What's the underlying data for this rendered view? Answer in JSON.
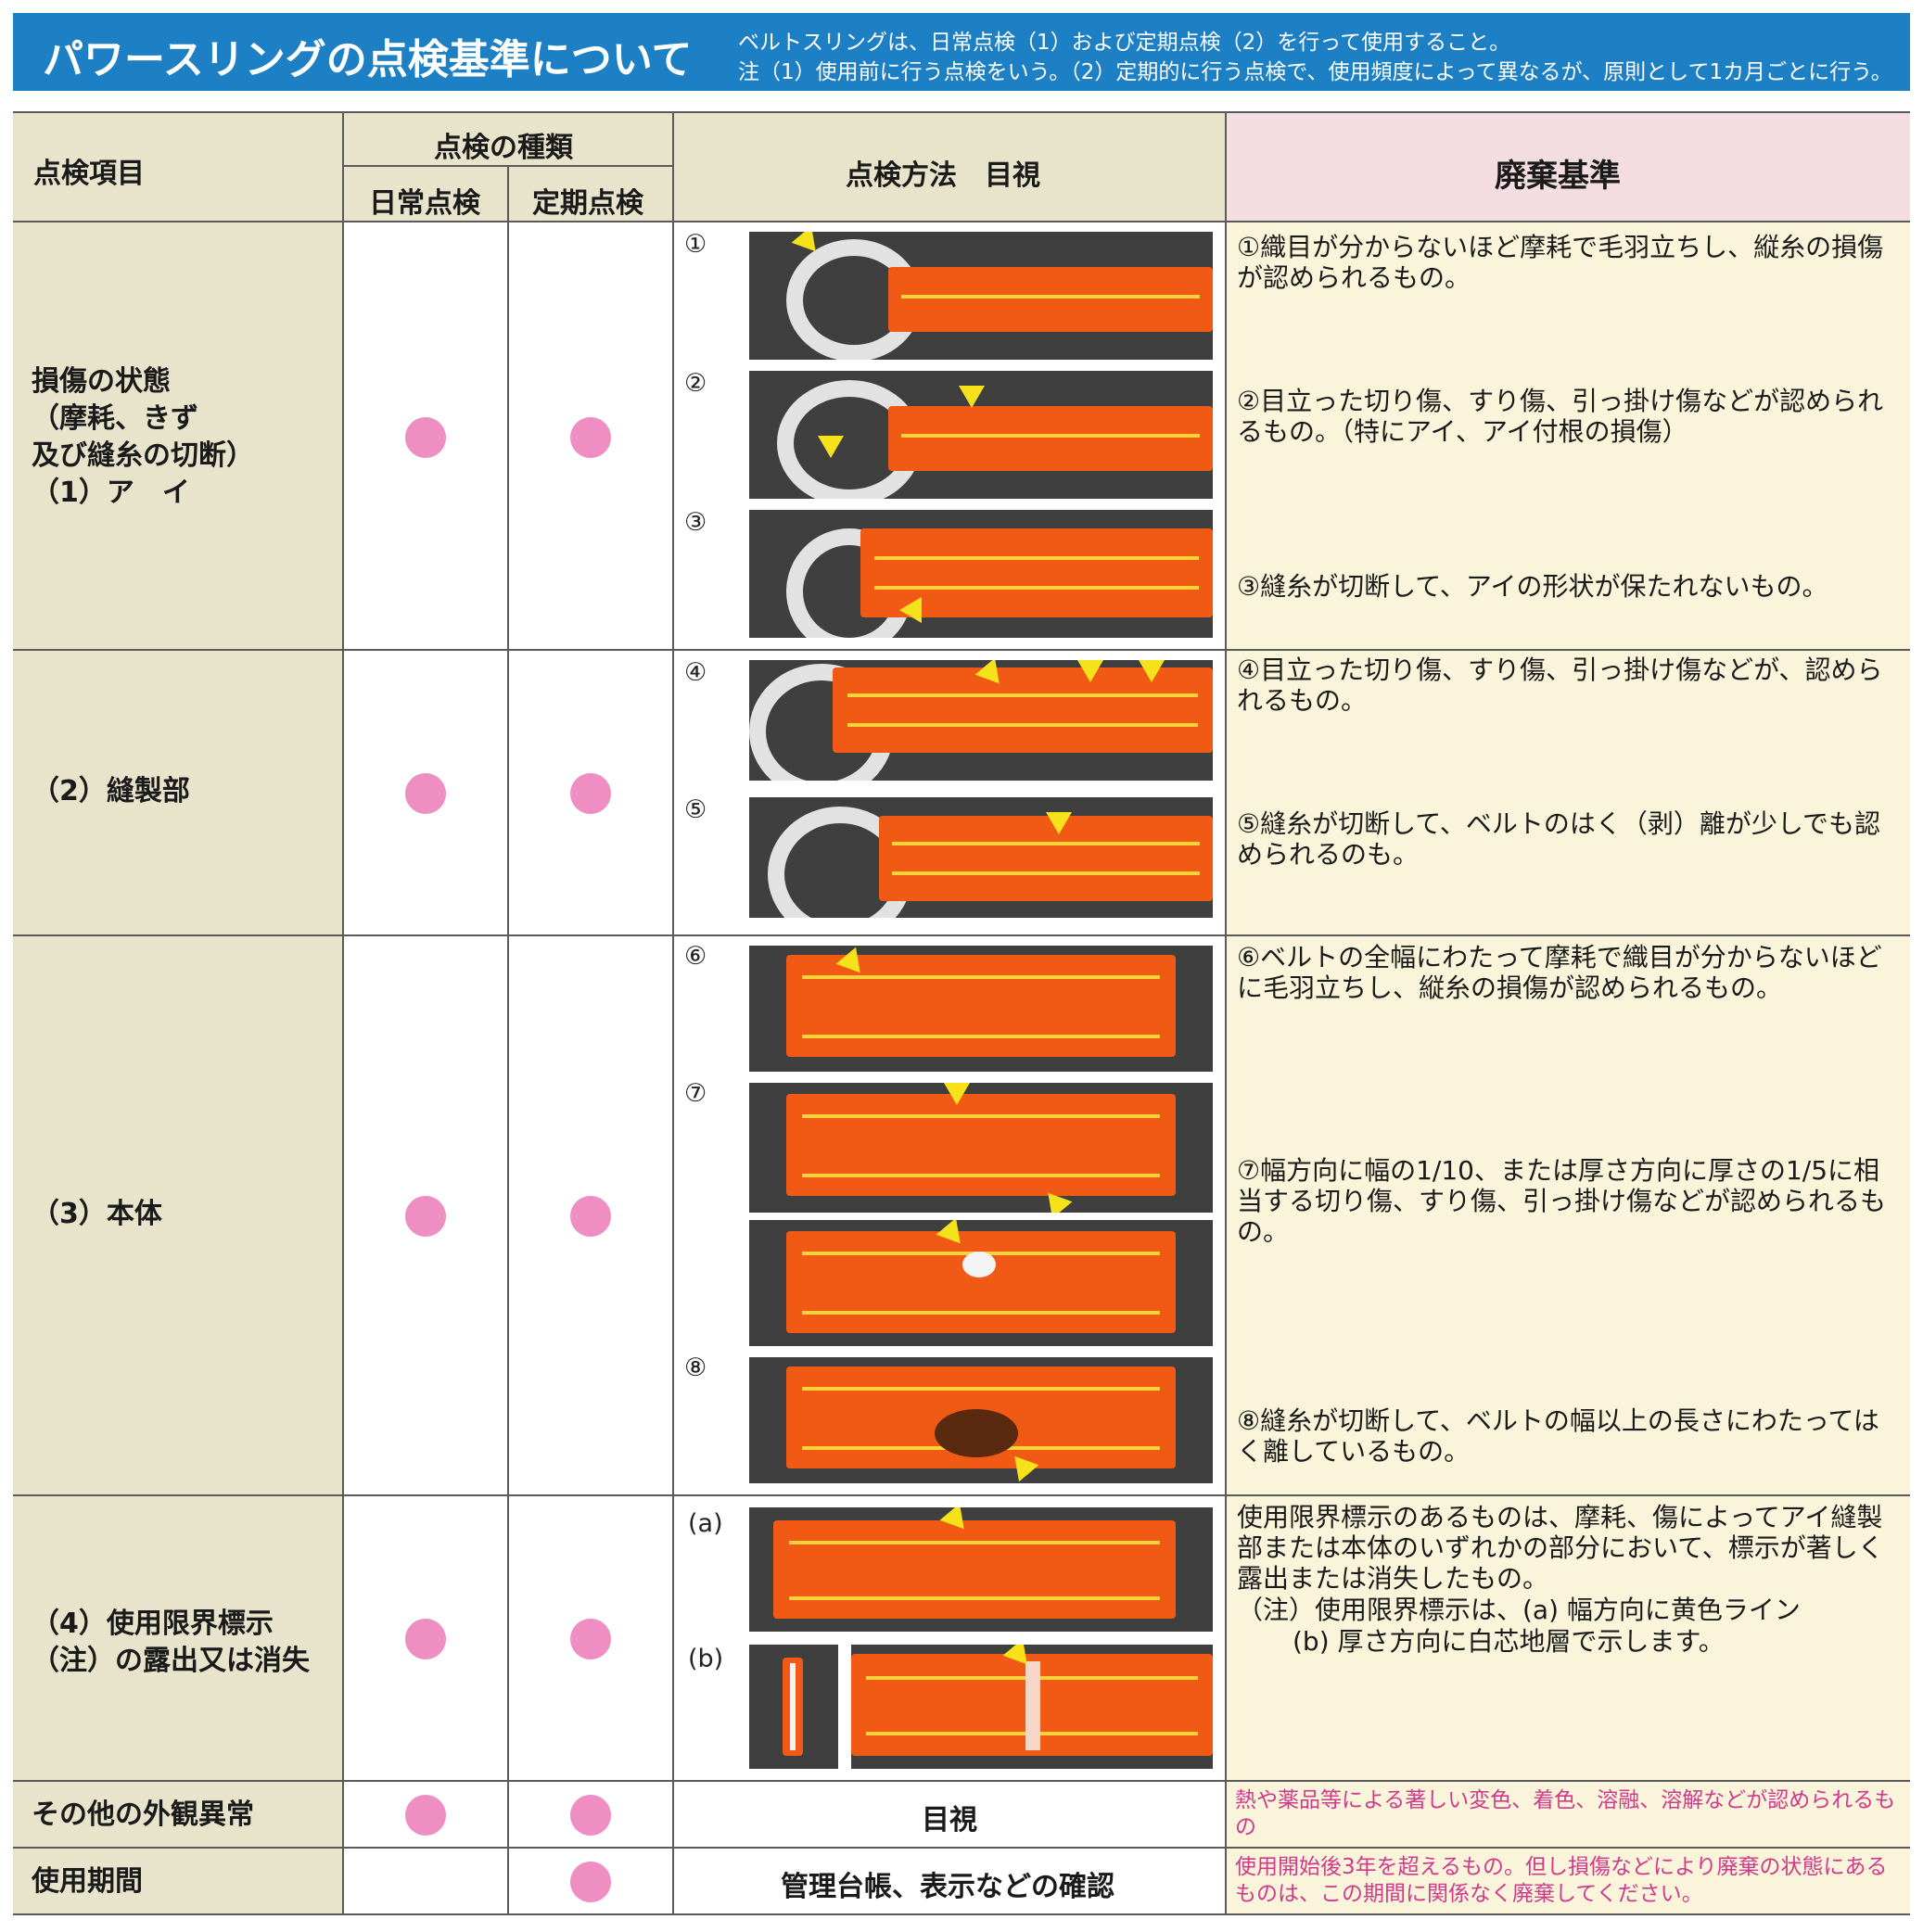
{
  "header": {
    "title": "パワースリングの点検基準について",
    "note_line1": "ベルトスリングは、日常点検（1）および定期点検（2）を行って使用すること。",
    "note_line2": "注（1）使用前に行う点検をいう。（2）定期的に行う点検で、使用頻度によって異なるが、原則として1カ月ごとに行う。"
  },
  "columns": {
    "item": "点検項目",
    "type_group": "点検の種類",
    "daily": "日常点検",
    "periodic": "定期点検",
    "method": "点検方法　目視",
    "criteria": "廃棄基準"
  },
  "rows": [
    {
      "item": "損傷の状態\n（摩耗、きず\n及び縫糸の切断）\n（1）ア　イ",
      "daily": true,
      "periodic": true,
      "photo_labels": [
        "①",
        "②",
        "③"
      ],
      "criteria": [
        "①織目が分からないほど摩耗で毛羽立ちし、縦糸の損傷が認められるもの。",
        "②目立った切り傷、すり傷、引っ掛け傷などが認められるもの。（特にアイ、アイ付根の損傷）",
        "③縫糸が切断して、アイの形状が保たれないもの。"
      ]
    },
    {
      "item": "（2）縫製部",
      "daily": true,
      "periodic": true,
      "photo_labels": [
        "④",
        "⑤"
      ],
      "criteria": [
        "④目立った切り傷、すり傷、引っ掛け傷などが、認められるもの。",
        "⑤縫糸が切断して、ベルトのはく（剥）離が少しでも認められるのも。"
      ]
    },
    {
      "item": "（3）本体",
      "daily": true,
      "periodic": true,
      "photo_labels": [
        "⑥",
        "⑦",
        "⑧"
      ],
      "criteria": [
        "⑥ベルトの全幅にわたって摩耗で織目が分からないほどに毛羽立ちし、縦糸の損傷が認められるもの。",
        "⑦幅方向に幅の1/10、または厚さ方向に厚さの1/5に相当する切り傷、すり傷、引っ掛け傷などが認められるもの。",
        "⑧縫糸が切断して、ベルトの幅以上の長さにわたってはく離しているもの。"
      ]
    },
    {
      "item": "（4）使用限界標示\n（注）の露出又は消失",
      "daily": true,
      "periodic": true,
      "photo_labels": [
        "(a)",
        "(b)"
      ],
      "criteria_main": "使用限界標示のあるものは、摩耗、傷によってアイ縫製部または本体のいずれかの部分において、標示が著しく露出または消失したもの。",
      "criteria_note1": "（注）使用限界標示は、(a) 幅方向に黄色ライン",
      "criteria_note2": "(b) 厚さ方向に白芯地層で示します。"
    },
    {
      "item": "その他の外観異常",
      "daily": true,
      "periodic": true,
      "method": "目視",
      "criteria": "熱や薬品等による著しい変色、着色、溶融、溶解などが認められるもの"
    },
    {
      "item": "使用期間",
      "daily": false,
      "periodic": true,
      "method": "管理台帳、表示などの確認",
      "criteria": "使用開始後3年を超えるもの。但し損傷などにより廃棄の状態にあるものは、この期間に関係なく廃棄してください。"
    }
  ],
  "colors": {
    "banner": "#1d7fc4",
    "dot": "#ee8ec2",
    "belt": "#f05a14",
    "pink_text": "#d03a8c"
  }
}
